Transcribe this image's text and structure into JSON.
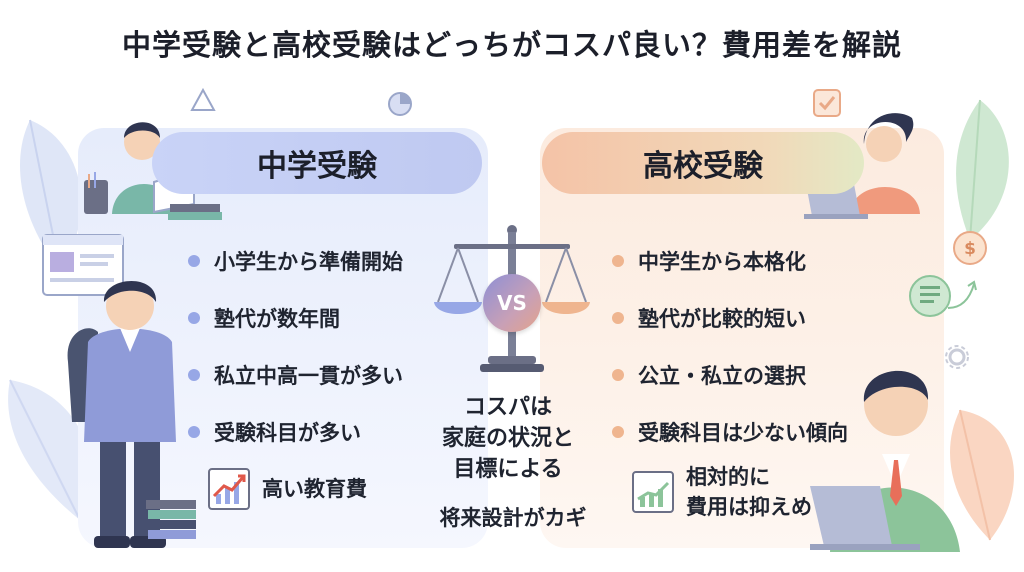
{
  "title": "中学受験と高校受験はどっちがコスパ良い？費用差を解説",
  "left": {
    "header": "中学受験",
    "bullets": [
      "小学生から準備開始",
      "塾代が数年間",
      "私立中高一貫が多い",
      "受験科目が多い"
    ],
    "trend_label": "高い教育費",
    "accent": "#97a7e6"
  },
  "right": {
    "header": "高校受験",
    "bullets": [
      "中学生から本格化",
      "塾代が比較的短い",
      "公立・私立の選択",
      "受験科目は少ない傾向"
    ],
    "trend_label_line1": "相対的に",
    "trend_label_line2": "費用は抑えめ",
    "accent": "#efb58f"
  },
  "center": {
    "vs": "VS",
    "line1": "コスパは",
    "line2": "家庭の状況と",
    "line3": "目標による",
    "key": "将来設計がカギ"
  },
  "icons": {
    "balance": "balance-scale-icon",
    "dollar": "dollar-coin-icon",
    "document": "document-arrow-icon",
    "chart": "pie-chart-icon",
    "check": "checkbox-icon",
    "gear": "gear-icon"
  }
}
